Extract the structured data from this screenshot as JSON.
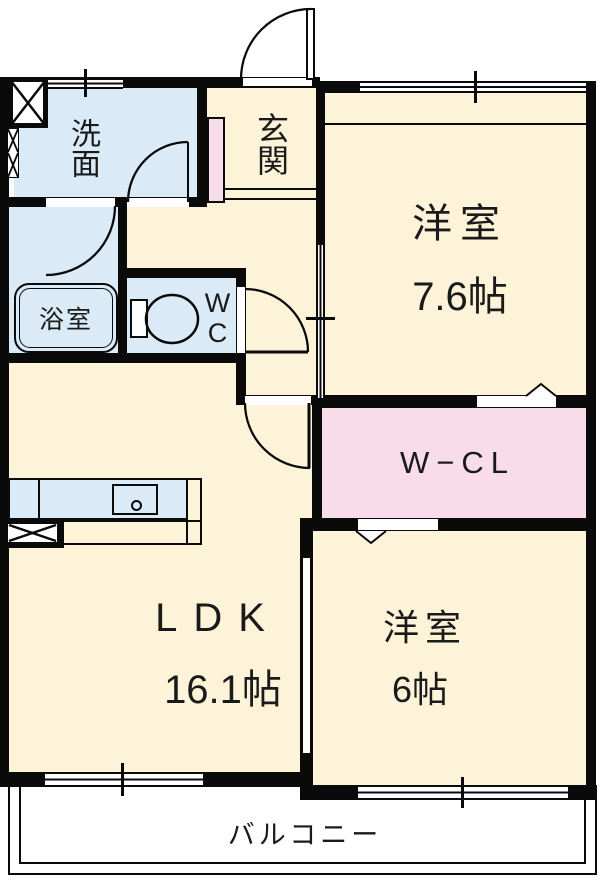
{
  "plan": {
    "title": "apartment floorplan",
    "rooms": {
      "senmen": {
        "label": "洗面"
      },
      "genkan": {
        "label": "玄関"
      },
      "yokushitsu": {
        "label": "浴室"
      },
      "wc": {
        "label": "WC"
      },
      "yoshitsu_main": {
        "label": "洋室",
        "size": "7.6帖"
      },
      "wcl": {
        "label": "W−CL"
      },
      "ldk": {
        "label": "LDK",
        "size": "16.1帖"
      },
      "yoshitsu_sub": {
        "label": "洋室",
        "size": "6帖"
      },
      "balcony": {
        "label": "バルコニー"
      }
    },
    "colors": {
      "room_cream": "#FCF3D8",
      "wet_area_blue": "#DAEBF7",
      "closet_pink": "#F9DCE9",
      "wall_black": "#0A0A0A",
      "balcony_white": "#FFFFFF"
    },
    "icons": {
      "pipe_space": "pipe-space-x-icon",
      "wall_duct": "wall-duct-x-icon",
      "kitchen_duct": "kitchen-duct-x-icon",
      "bathtub": "bathtub-icon",
      "toilet": "toilet-icon",
      "sink": "kitchen-sink-icon"
    }
  }
}
